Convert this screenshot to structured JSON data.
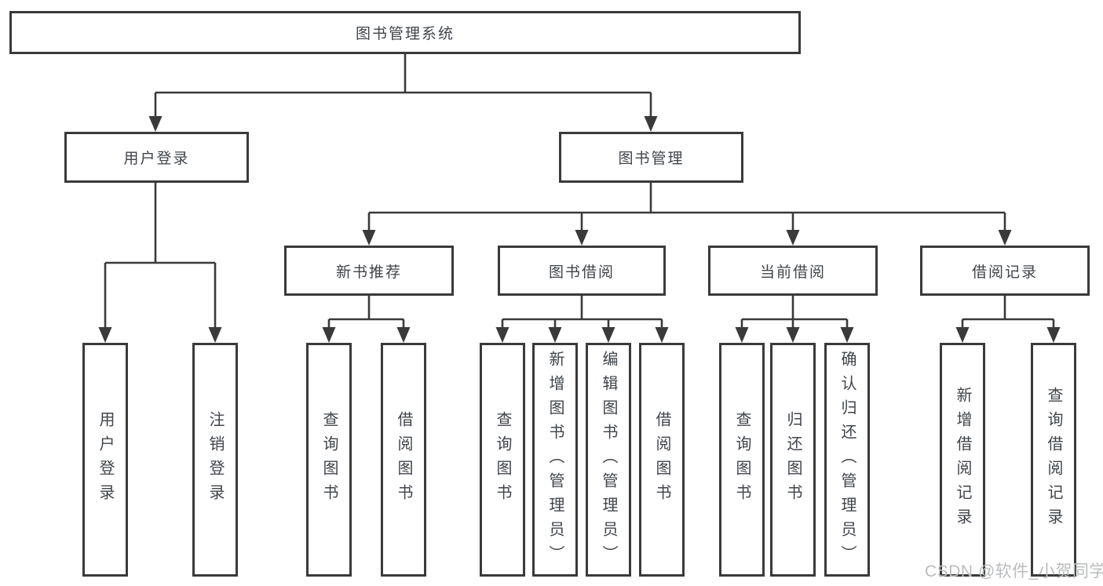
{
  "diagram": {
    "type": "hierarchy-tree",
    "colors": {
      "line": "#3a3a3a",
      "node_border": "#3a3a3a",
      "text": "#40454b",
      "watermark": "#babcbe",
      "background": "#ffffff"
    },
    "tree": {
      "label": "图书管理系统",
      "children": [
        {
          "label": "用户登录",
          "children": [
            {
              "label": "用户登录"
            },
            {
              "label": "注销登录"
            }
          ]
        },
        {
          "label": "图书管理",
          "children": [
            {
              "label": "新书推荐",
              "children": [
                {
                  "label": "查询图书"
                },
                {
                  "label": "借阅图书"
                }
              ]
            },
            {
              "label": "图书借阅",
              "children": [
                {
                  "label": "查询图书"
                },
                {
                  "label": "新增图书（管理员）"
                },
                {
                  "label": "编辑图书（管理员）"
                },
                {
                  "label": "借阅图书"
                }
              ]
            },
            {
              "label": "当前借阅",
              "children": [
                {
                  "label": "查询图书"
                },
                {
                  "label": "归还图书"
                },
                {
                  "label": "确认归还（管理员）"
                }
              ]
            },
            {
              "label": "借阅记录",
              "children": [
                {
                  "label": "新增借阅记录"
                },
                {
                  "label": "查询借阅记录"
                }
              ]
            }
          ]
        }
      ]
    },
    "watermark": {
      "text": "CSDN @软件_小贺同学"
    }
  }
}
